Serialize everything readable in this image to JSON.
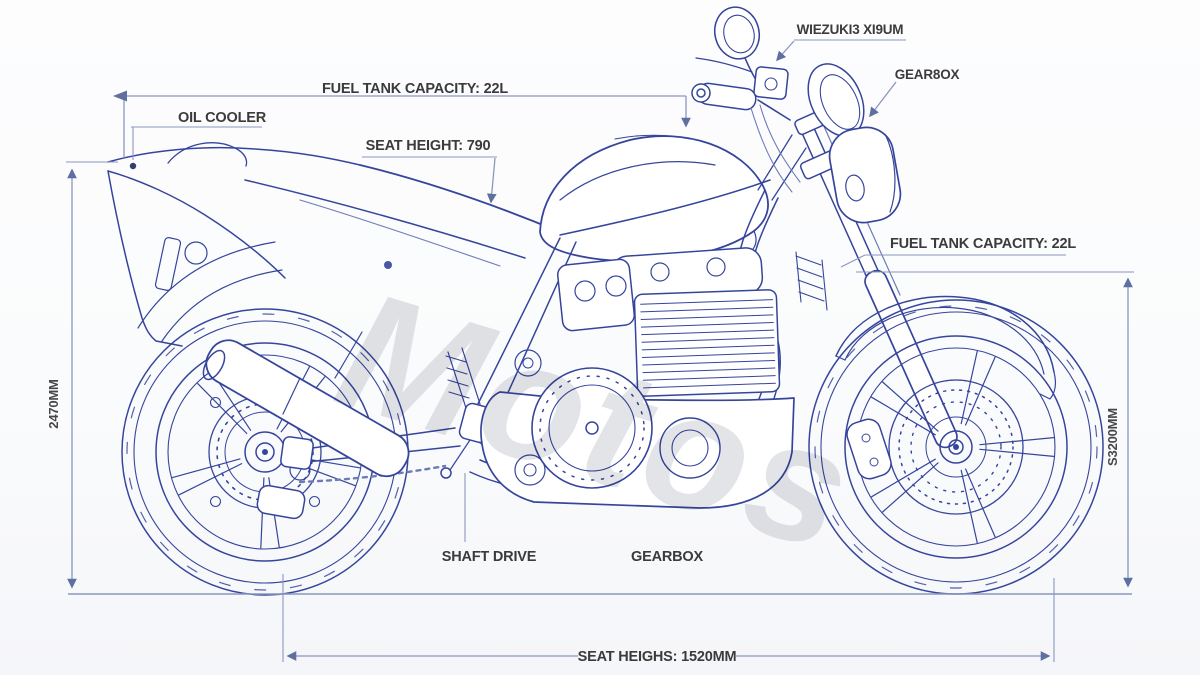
{
  "diagram": {
    "type": "technical-blueprint",
    "subject": "motorcycle-side-view-specification-drawing",
    "watermark": "Motos",
    "colors": {
      "line": "#36459c",
      "line_light": "#6d7cb5",
      "dimension": "#8a96c0",
      "label_text": "#3b3b3b",
      "background": "#fcfcfe"
    },
    "labels": {
      "brand": "WIEZUKI3 XI9UM",
      "gearbox_top": "GEAR8OX",
      "fuel_tank_top": "FUEL TANK CAPACITY: 22L",
      "oil_cooler": "OIL COOLER",
      "seat_height": "SEAT HEIGHT: 790",
      "fuel_tank_right": "FUEL TANK CAPACITY: 22L",
      "height_left": "2470MM",
      "height_right": "S3200MM",
      "shaft_drive": "SHAFT DRIVE",
      "gearbox_bottom": "GEARBOX",
      "length_bottom": "SEAT HEIGHS: 1520MM"
    }
  }
}
